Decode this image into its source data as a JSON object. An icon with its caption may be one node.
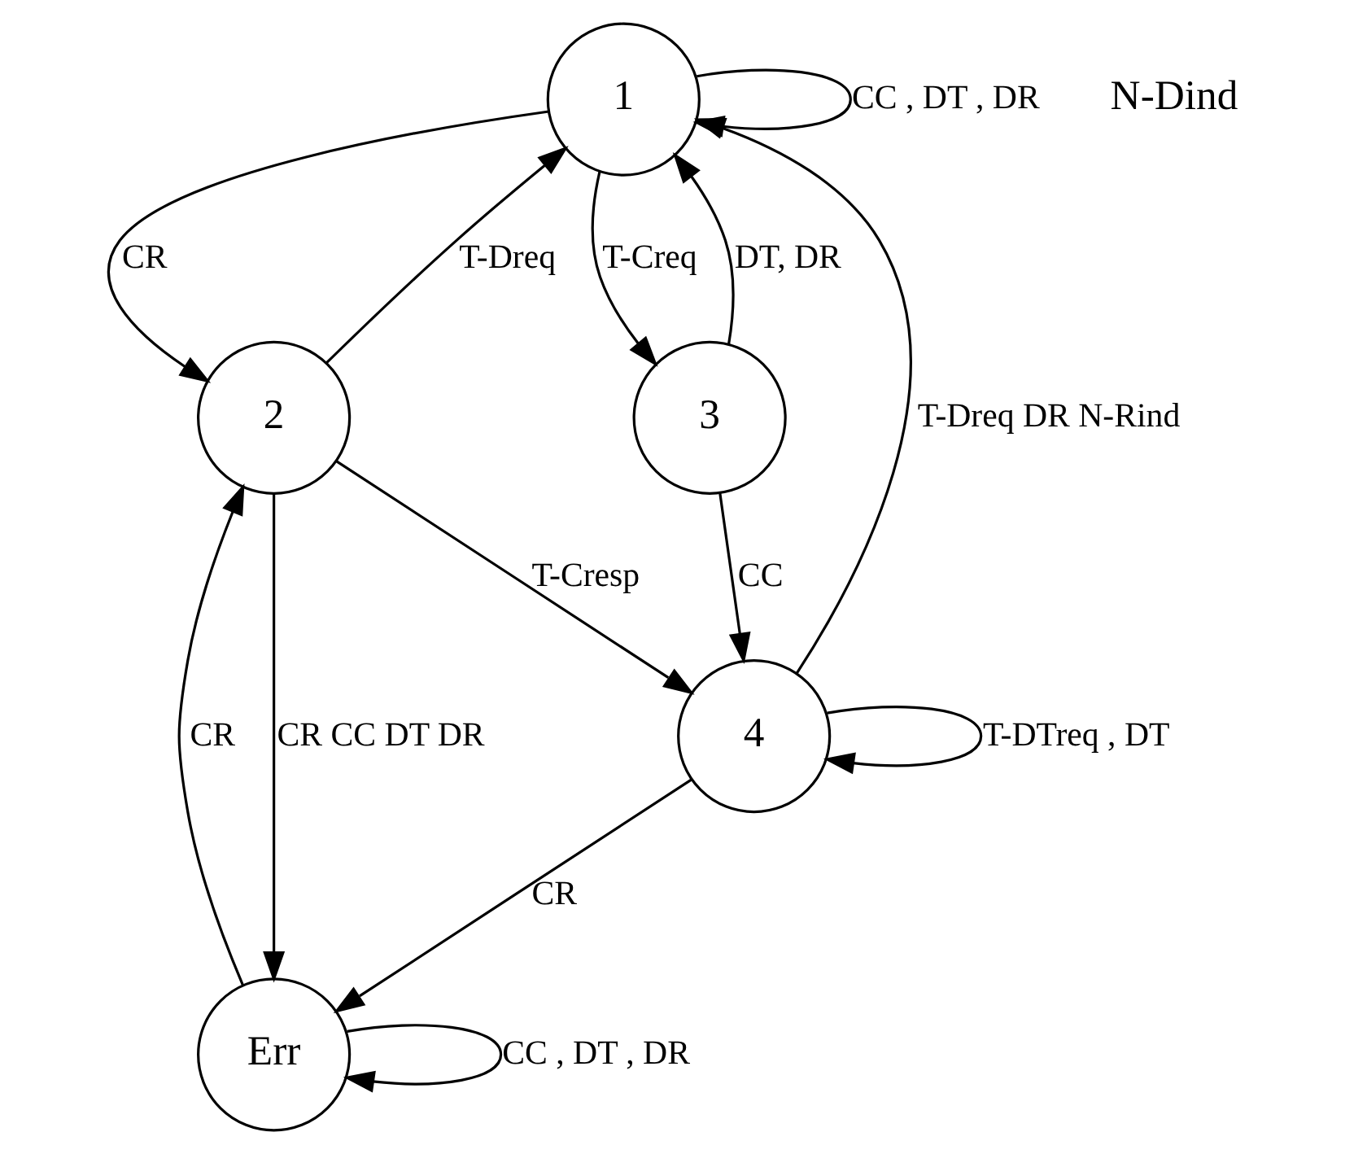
{
  "diagram": {
    "nodes": [
      {
        "text": [
          "1"
        ]
      },
      {
        "text": [
          "2"
        ]
      },
      {
        "text": [
          "3"
        ]
      },
      {
        "text": [
          "4"
        ]
      },
      {
        "text": [
          "Err"
        ]
      }
    ],
    "edges": [
      {
        "from": 0,
        "to": 0,
        "arrow": "to",
        "label": "CC , DT , DR"
      },
      {
        "from": 0,
        "to": 1,
        "arrow": "to",
        "label": "CR"
      },
      {
        "from": 1,
        "to": 0,
        "arrow": "to",
        "label": "T-Dreq"
      },
      {
        "from": 0,
        "to": 2,
        "arrow": "to",
        "label": "T-Creq"
      },
      {
        "from": 2,
        "to": 0,
        "arrow": "to",
        "label": "DT, DR"
      },
      {
        "from": 3,
        "to": 0,
        "arrow": "to",
        "label": "T-Dreq DR N-Rind"
      },
      {
        "from": 2,
        "to": 3,
        "arrow": "to",
        "label": "CC"
      },
      {
        "from": 1,
        "to": 3,
        "arrow": "to",
        "label": "T-Cresp"
      },
      {
        "from": 1,
        "to": 4,
        "arrow": "to",
        "label": "CR CC DT DR"
      },
      {
        "from": 4,
        "to": 1,
        "arrow": "to",
        "label": "CR"
      },
      {
        "from": 3,
        "to": 3,
        "arrow": "to",
        "label": "T-DTreq , DT"
      },
      {
        "from": 3,
        "to": 4,
        "arrow": "to",
        "label": "CR"
      },
      {
        "from": 4,
        "to": 4,
        "arrow": "to",
        "label": "CC , DT , DR"
      }
    ],
    "labels": [
      "N-Dind"
    ]
  }
}
